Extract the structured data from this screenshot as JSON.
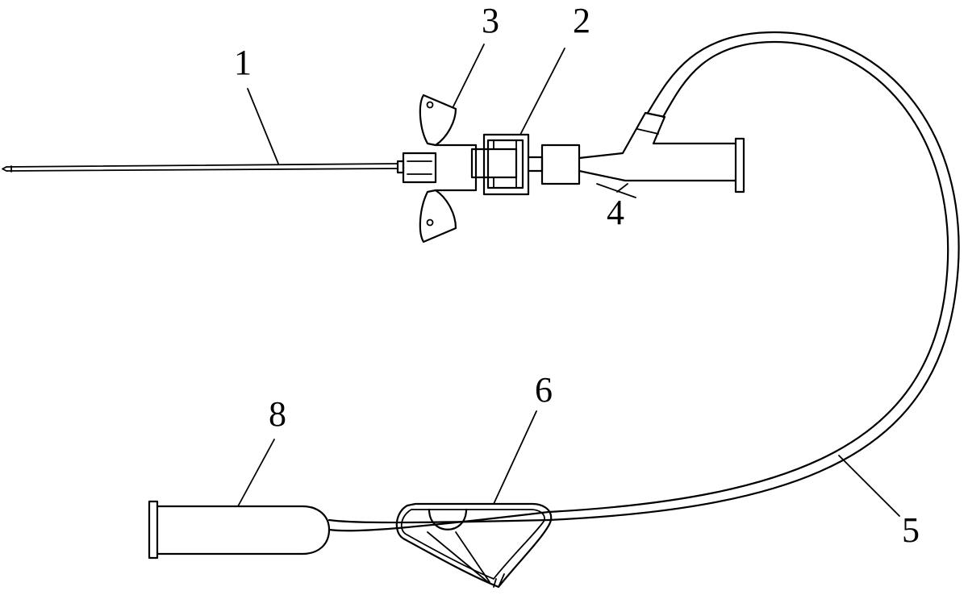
{
  "diagram": {
    "labels": {
      "part1": "1",
      "part2": "2",
      "part3": "3",
      "part4": "4",
      "part5": "5",
      "part6": "6",
      "part8": "8"
    }
  }
}
